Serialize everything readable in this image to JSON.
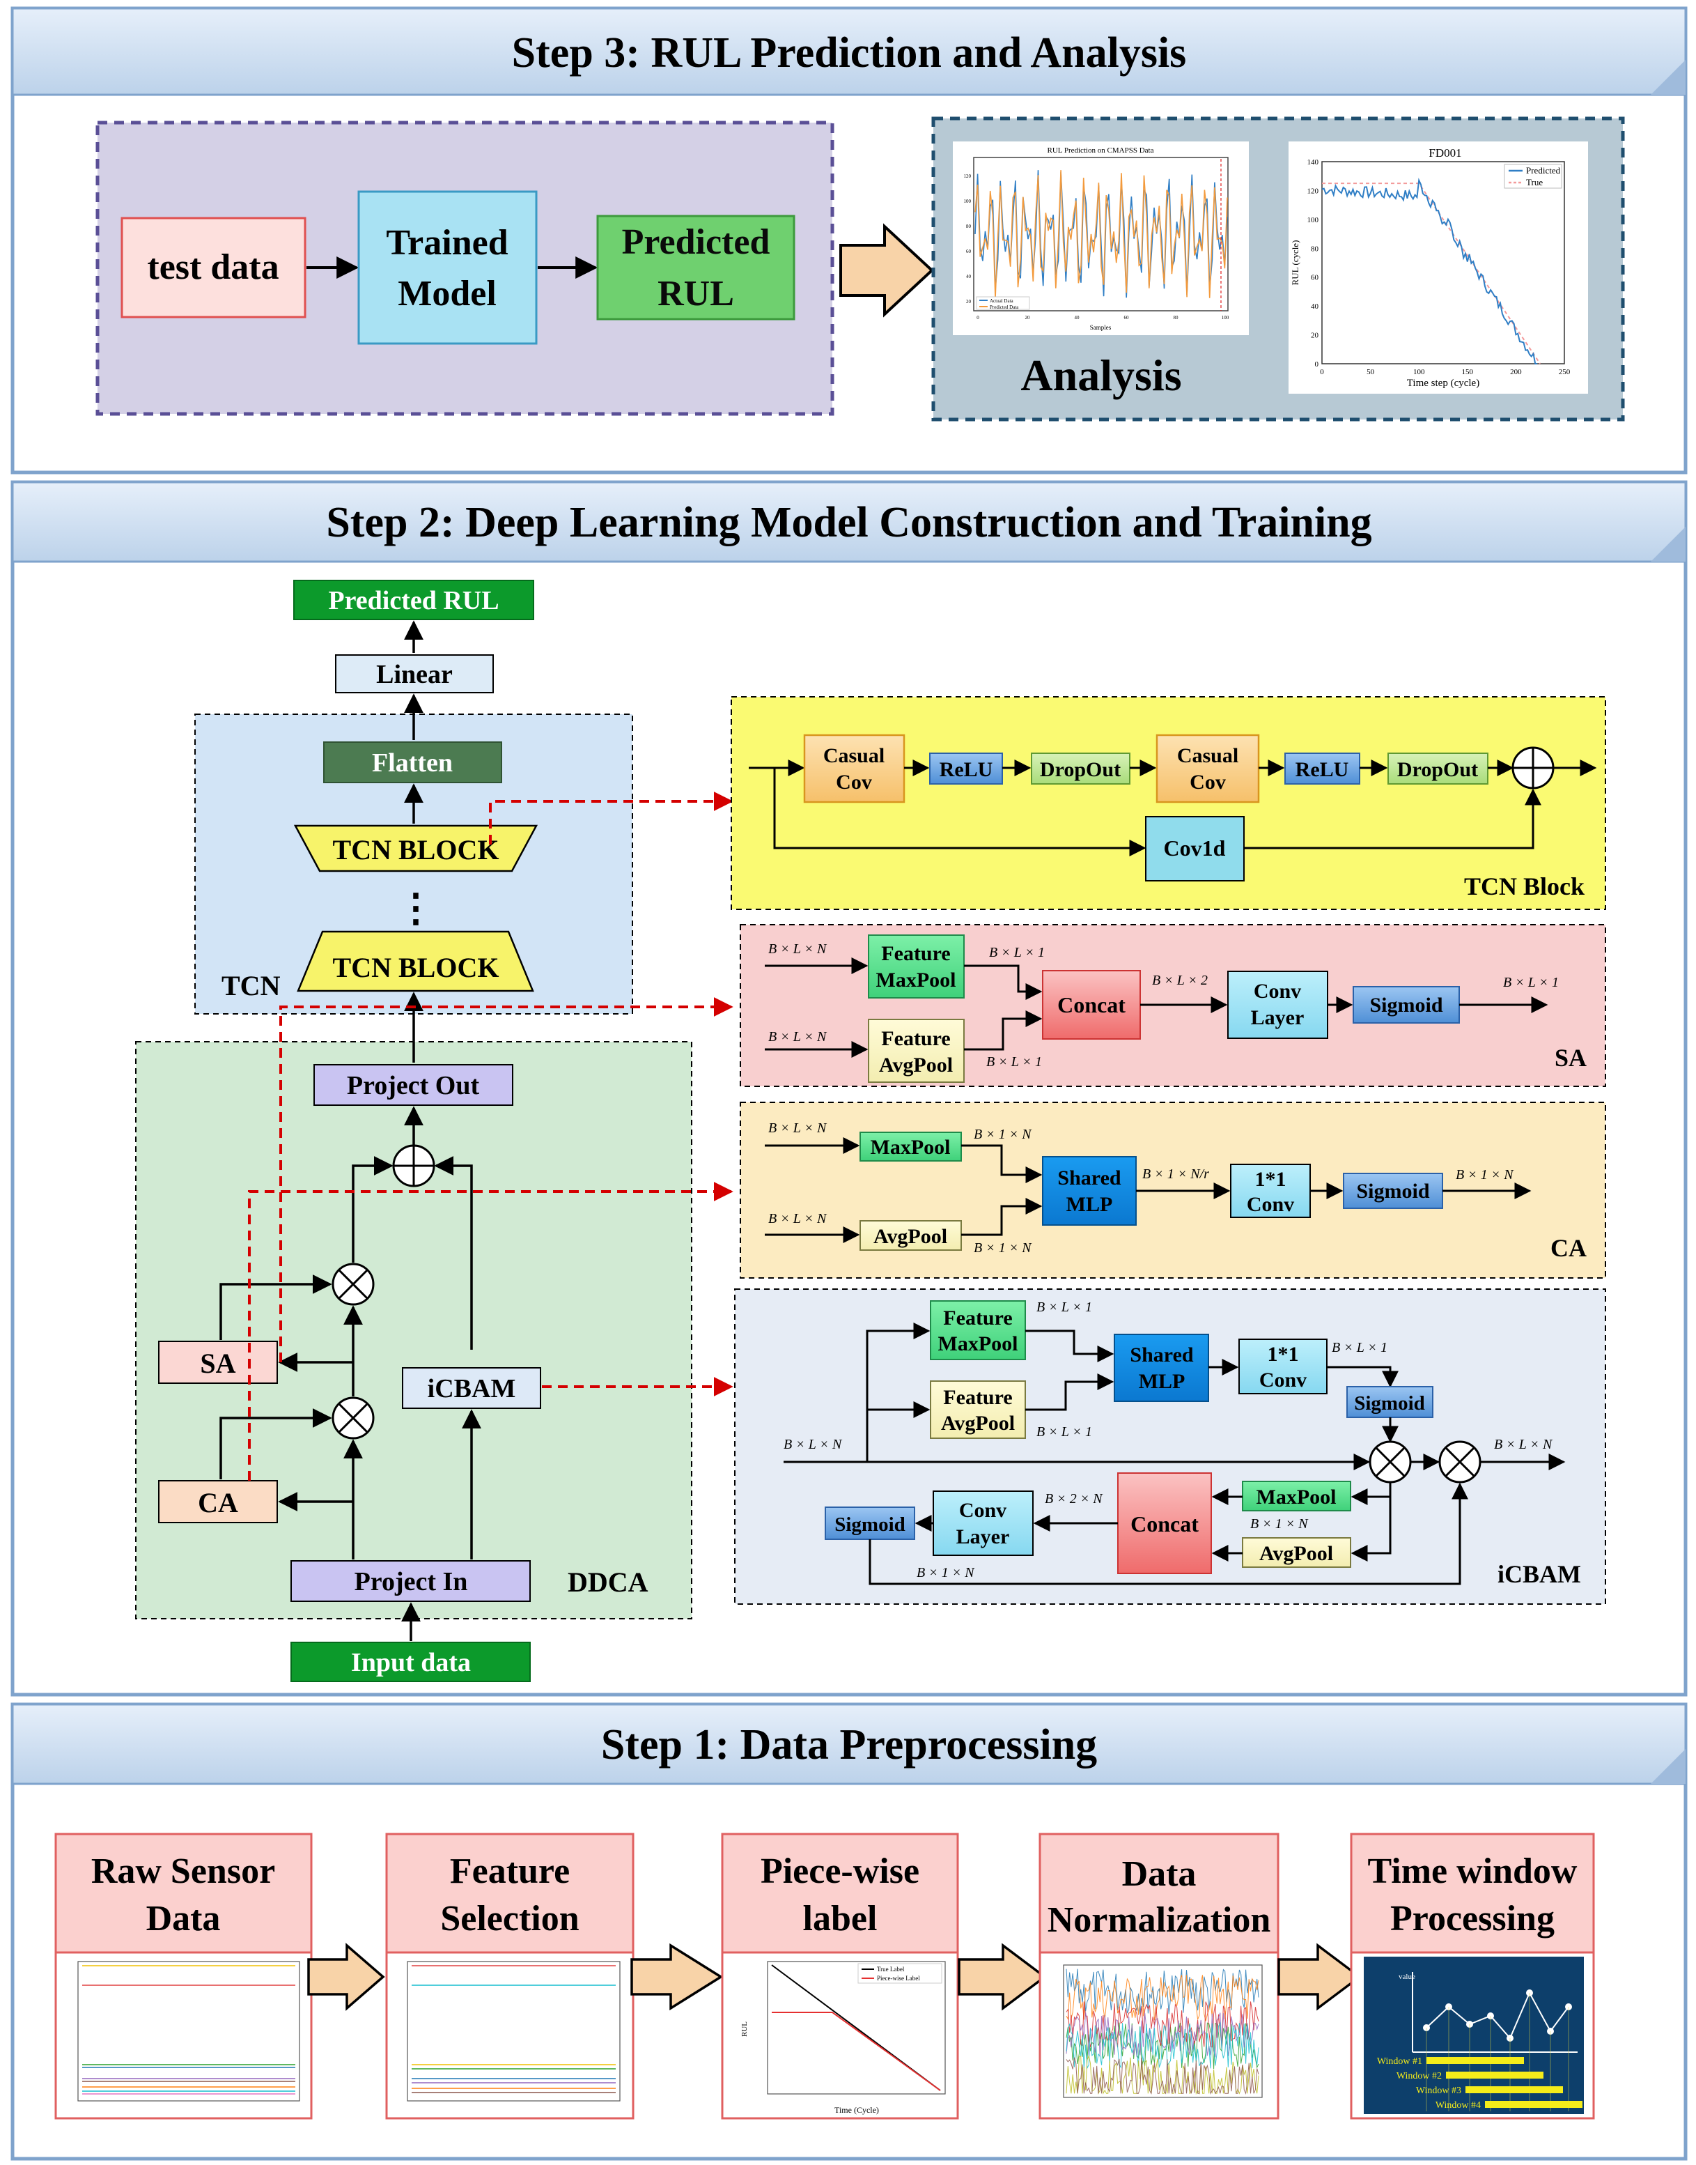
{
  "step3": {
    "title": "Step 3: RUL Prediction and Analysis",
    "test_data": "test data",
    "trained_model": [
      "Trained",
      "Model"
    ],
    "predicted_rul": [
      "Predicted",
      "RUL"
    ],
    "analysis": "Analysis",
    "chart_a": {
      "title": "RUL Prediction on CMAPSS Data",
      "xlabel": "Samples",
      "legend": [
        "Actual Data",
        "Predicted Data"
      ],
      "yticks": [
        "20",
        "40",
        "60",
        "80",
        "100",
        "120"
      ],
      "xticks": [
        "0",
        "20",
        "40",
        "60",
        "80",
        "100"
      ]
    },
    "chart_b": {
      "title": "FD001",
      "xlabel": "Time step (cycle)",
      "ylabel": "RUL (cycle)",
      "legend": [
        "Predicted",
        "True"
      ],
      "yticks": [
        "0",
        "20",
        "40",
        "60",
        "80",
        "100",
        "120",
        "140"
      ],
      "xticks": [
        "0",
        "50",
        "100",
        "150",
        "200",
        "250"
      ]
    }
  },
  "step2": {
    "title": "Step 2: Deep Learning Model Construction and Training",
    "left": {
      "predicted_rul": "Predicted RUL",
      "linear": "Linear",
      "flatten": "Flatten",
      "tcn_block_top": "TCN BLOCK",
      "tcn_block_bottom": "TCN BLOCK",
      "ellipsis": "⋮",
      "tcn_label": "TCN",
      "project_out": "Project Out",
      "sa": "SA",
      "ca": "CA",
      "icbam": "iCBAM",
      "project_in": "Project In",
      "ddca_label": "DDCA",
      "input_data": "Input data"
    },
    "tcn_detail": {
      "casual_cov_1": [
        "Casual",
        "Cov"
      ],
      "relu_1": "ReLU",
      "dropout_1": "DropOut",
      "casual_cov_2": [
        "Casual",
        "Cov"
      ],
      "relu_2": "ReLU",
      "dropout_2": "DropOut",
      "cov1d": "Cov1d",
      "label": "TCN Block"
    },
    "sa_detail": {
      "feature_maxpool": [
        "Feature",
        "MaxPool"
      ],
      "feature_avgpool": [
        "Feature",
        "AvgPool"
      ],
      "concat": "Concat",
      "conv_layer": [
        "Conv",
        "Layer"
      ],
      "sigmoid": "Sigmoid",
      "dim_in_1": "B × L × N",
      "dim_in_2": "B × L × N",
      "dim_max": "B × L × 1",
      "dim_avg": "B × L × 1",
      "dim_concat": "B × L × 2",
      "dim_out": "B × L × 1",
      "label": "SA"
    },
    "ca_detail": {
      "maxpool": "MaxPool",
      "avgpool": "AvgPool",
      "shared_mlp": [
        "Shared",
        "MLP"
      ],
      "conv": [
        "1*1",
        "Conv"
      ],
      "sigmoid": "Sigmoid",
      "dim_in_1": "B × L × N",
      "dim_in_2": "B × L × N",
      "dim_max": "B × 1 × N",
      "dim_avg": "B × 1 × N",
      "dim_mlp": "B × 1 × N/r",
      "dim_out": "B × 1 × N",
      "label": "CA"
    },
    "icbam_detail": {
      "feature_maxpool": [
        "Feature",
        "MaxPool"
      ],
      "feature_avgpool": [
        "Feature",
        "AvgPool"
      ],
      "shared_mlp": [
        "Shared",
        "MLP"
      ],
      "conv": [
        "1*1",
        "Conv"
      ],
      "sigmoid_top": "Sigmoid",
      "maxpool": "MaxPool",
      "avgpool": "AvgPool",
      "concat": "Concat",
      "conv_layer": [
        "Conv",
        "Layer"
      ],
      "sigmoid_left": "Sigmoid",
      "dim_in": "B × L × N",
      "dim_fmax": "B × L × 1",
      "dim_favg": "B × L × 1",
      "dim_conv": "B × L × 1",
      "dim_out": "B × L × N",
      "dim_concat": "B × 2 × N",
      "dim_maxpool": "B × 1 × N",
      "dim_bottom": "B × 1 × N",
      "label": "iCBAM"
    }
  },
  "step1": {
    "title": "Step 1: Data Preprocessing",
    "cards": [
      {
        "title": [
          "Raw Sensor",
          "Data"
        ]
      },
      {
        "title": [
          "Feature",
          "Selection"
        ]
      },
      {
        "title": [
          "Piece-wise",
          "label"
        ]
      },
      {
        "title": [
          "Data",
          "Normalization"
        ]
      },
      {
        "title": [
          "Time window",
          "Processing"
        ]
      }
    ],
    "piecewise_legend": [
      "True Label",
      "Piece-wise Label"
    ],
    "piecewise_xlabel": "Time (Cycle)",
    "piecewise_ylabel": "RUL",
    "windows": [
      "Window #1",
      "Window #2",
      "Window #3",
      "Window #4"
    ],
    "window_axis": "value"
  },
  "colors": {
    "header_bg": "#cfe0f2",
    "panel_border": "#7fa3cc",
    "red_dash": "#d40000"
  }
}
